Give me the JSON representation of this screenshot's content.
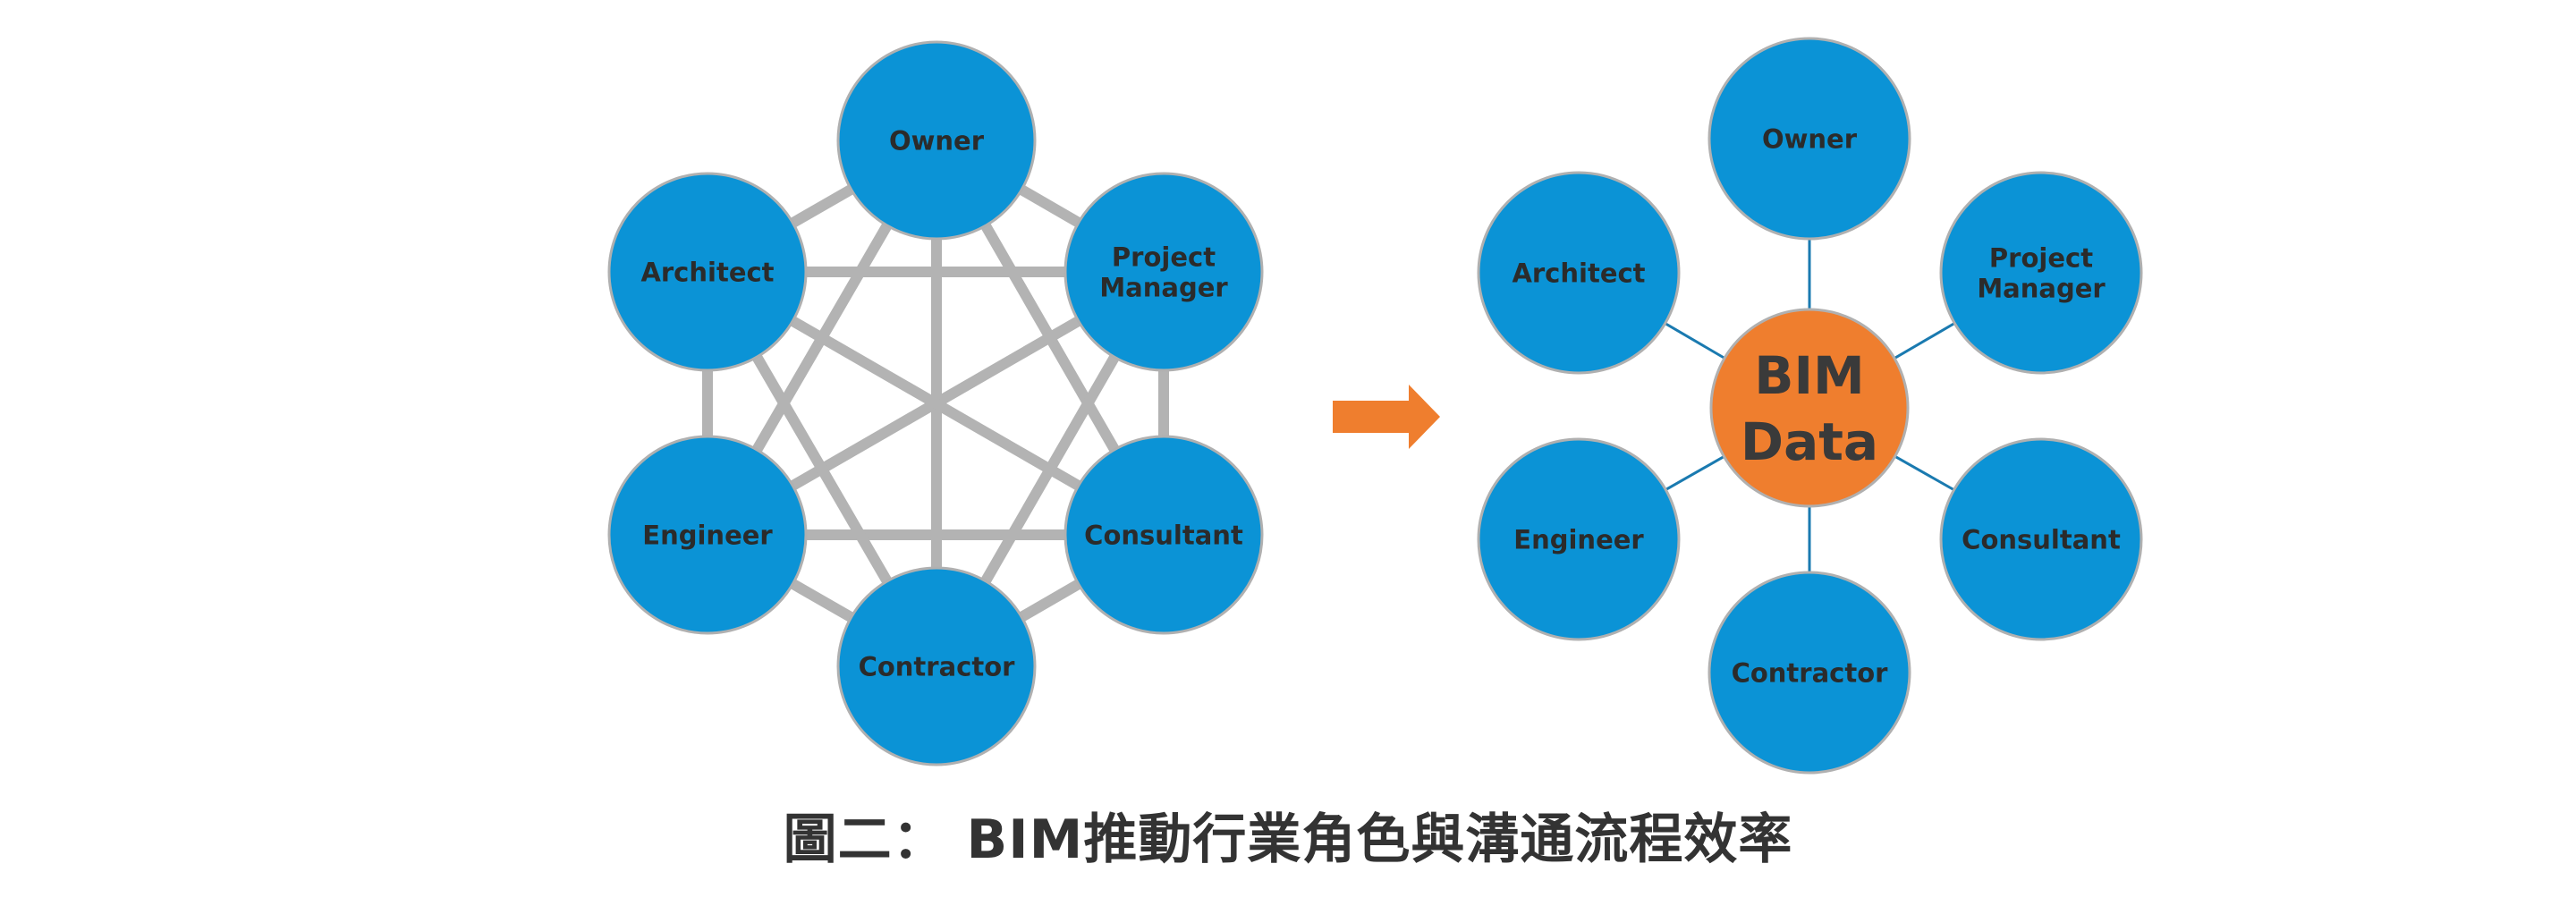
{
  "left_diagram": {
    "nodes": [
      {
        "id": "owner",
        "lines": [
          "Owner"
        ]
      },
      {
        "id": "project-manager",
        "lines": [
          "Project",
          "Manager"
        ]
      },
      {
        "id": "consultant",
        "lines": [
          "Consultant"
        ]
      },
      {
        "id": "contractor",
        "lines": [
          "Contractor"
        ]
      },
      {
        "id": "engineer",
        "lines": [
          "Engineer"
        ]
      },
      {
        "id": "architect",
        "lines": [
          "Architect"
        ]
      }
    ]
  },
  "right_diagram": {
    "hub": {
      "lines": [
        "BIM",
        "Data"
      ]
    },
    "nodes": [
      {
        "id": "owner",
        "lines": [
          "Owner"
        ]
      },
      {
        "id": "project-manager",
        "lines": [
          "Project",
          "Manager"
        ]
      },
      {
        "id": "consultant",
        "lines": [
          "Consultant"
        ]
      },
      {
        "id": "contractor",
        "lines": [
          "Contractor"
        ]
      },
      {
        "id": "engineer",
        "lines": [
          "Engineer"
        ]
      },
      {
        "id": "architect",
        "lines": [
          "Architect"
        ]
      }
    ]
  },
  "caption": "圖二： BIM推動行業角色與溝通流程效率",
  "colors": {
    "node_fill": "#0B93D6",
    "node_stroke": "#B0B0B0",
    "mesh_line": "#B3B3B3",
    "spoke_line": "#1A7AB0",
    "hub_fill": "#EF7E2E",
    "arrow": "#EF7E2E"
  }
}
